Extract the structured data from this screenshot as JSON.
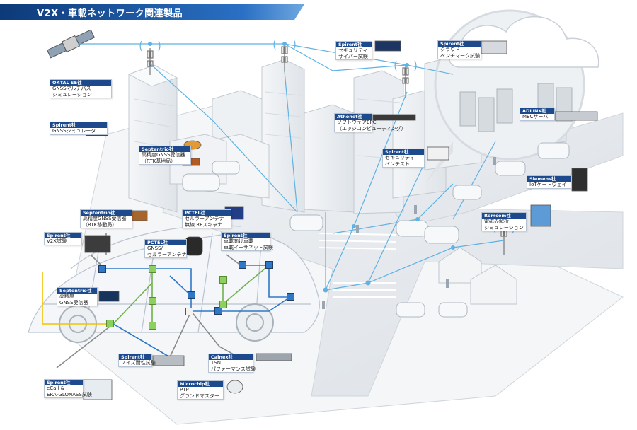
{
  "banner": {
    "title": "V2X・車載ネットワーク関連製品"
  },
  "colors": {
    "accent": "#1c4a8c",
    "link_line": "#5fb2e3",
    "wire_blue": "#2e78c7",
    "wire_green": "#6fb34a",
    "wire_yellow": "#f2c200",
    "wire_grey": "#8a8a8a"
  },
  "labels": [
    {
      "id": "oktal-gnss-multipath",
      "company": "OKTAL SE社",
      "lines": [
        "GNSSマルチパス",
        "シミュレーション"
      ]
    },
    {
      "id": "spirent-gnss-simulator",
      "company": "Spirent社",
      "lines": [
        "GNSSシミュレータ"
      ]
    },
    {
      "id": "septentrio-rtk",
      "company": "Septentrio社",
      "lines": [
        "高精度GNSS受信器",
        "（RTK基地局）"
      ]
    },
    {
      "id": "septentrio-rtk-mobile",
      "company": "Septentrio社",
      "lines": [
        "高精度GNSS受信器",
        "（RTK移動局）"
      ]
    },
    {
      "id": "pctel-scanner",
      "company": "PCTEL社",
      "lines": [
        "セルラーアンテナ",
        "無線 RFスキャナ"
      ]
    },
    {
      "id": "spirent-v2x",
      "company": "Spirent社",
      "lines": [
        "V2X試験"
      ]
    },
    {
      "id": "pctel-antenna",
      "company": "PCTEL社",
      "lines": [
        "GNSS/",
        "セルラーアンテナ"
      ]
    },
    {
      "id": "spirent-ethernet",
      "company": "Spirent社",
      "lines": [
        "車載向け車載",
        "車載イーサネット試験"
      ]
    },
    {
      "id": "septentrio-gnss",
      "company": "Septentrio社",
      "lines": [
        "高精度",
        "GNSS受信器"
      ]
    },
    {
      "id": "spirent-security-cyber",
      "company": "Spirent社",
      "lines": [
        "セキュリティ",
        "サイバー試験"
      ]
    },
    {
      "id": "spirent-cloud-bench",
      "company": "Spirent社",
      "lines": [
        "クラウド",
        "ベンチマーク試験"
      ]
    },
    {
      "id": "advantech-soft-epc",
      "company": "Athonet社",
      "lines": [
        "ソフトウェアEPC",
        "（エッジコンピューティング）"
      ]
    },
    {
      "id": "spirent-security-pentest",
      "company": "Spirent社",
      "lines": [
        "セキュリティ",
        "ペンテスト"
      ]
    },
    {
      "id": "adlink-mec",
      "company": "ADLINK社",
      "lines": [
        "MECサーバ"
      ]
    },
    {
      "id": "siemens-iot",
      "company": "Siemens社",
      "lines": [
        "IoTゲートウェイ"
      ]
    },
    {
      "id": "remcom-sim",
      "company": "Remcom社",
      "lines": [
        "電磁界解析",
        "シミュレーション"
      ]
    },
    {
      "id": "spirent-noise",
      "company": "Spirent社",
      "lines": [
        "ノイズ耐性試験"
      ]
    },
    {
      "id": "calnex-tsn",
      "company": "Calnex社",
      "lines": [
        "TSN",
        "パフォーマンス試験"
      ]
    },
    {
      "id": "spirent-ecall",
      "company": "Spirent社",
      "lines": [
        "eCall &",
        "ERA-GLONASS試験"
      ]
    },
    {
      "id": "microchip-ptp",
      "company": "Microchip社",
      "lines": [
        "PTP",
        "グランドマスター"
      ]
    }
  ]
}
